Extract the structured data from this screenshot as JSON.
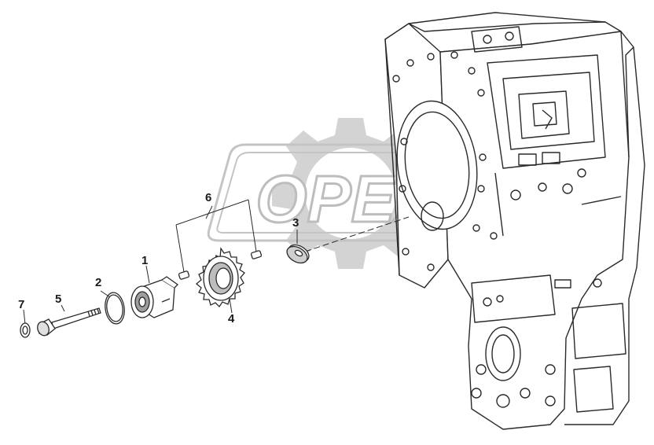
{
  "diagram": {
    "watermark": "OPEX",
    "callouts": [
      {
        "id": "c1",
        "label": "1"
      },
      {
        "id": "c2",
        "label": "2"
      },
      {
        "id": "c3",
        "label": "3"
      },
      {
        "id": "c4",
        "label": "4"
      },
      {
        "id": "c5",
        "label": "5"
      },
      {
        "id": "c6",
        "label": "6"
      },
      {
        "id": "c7",
        "label": "7"
      }
    ]
  },
  "colors": {
    "line": "#2a2a2a",
    "watermark": "#bdbdbd",
    "background": "#ffffff"
  }
}
